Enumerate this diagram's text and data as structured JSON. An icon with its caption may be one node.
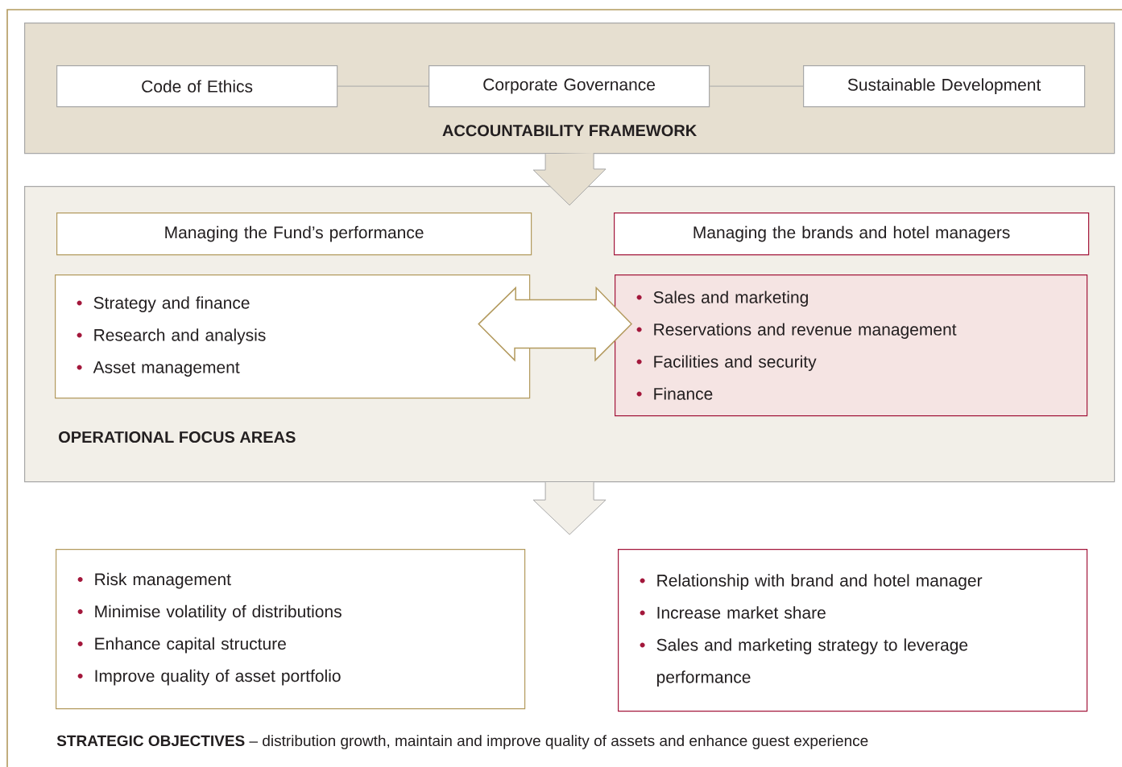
{
  "diagram": {
    "nodes": [
      {
        "text": [
          "ACCOUNTABILITY FRAMEWORK"
        ]
      },
      {
        "text": [
          "Code of Ethics"
        ],
        "in": 0
      },
      {
        "text": [
          "Corporate Governance"
        ],
        "in": 0
      },
      {
        "text": [
          "Sustainable Development"
        ],
        "in": 0
      },
      {
        "text": [
          "OPERATIONAL FOCUS AREAS"
        ]
      },
      {
        "text": [
          "Managing the Fund’s performance"
        ],
        "in": 4
      },
      {
        "text": [
          "Managing the brands and hotel managers"
        ],
        "in": 4
      },
      {
        "text": [
          "Strategy and finance",
          "Research and analysis",
          "Asset management"
        ],
        "in": 4
      },
      {
        "text": [
          "Sales and marketing",
          "Reservations and revenue management",
          "Facilities and security",
          "Finance"
        ],
        "in": 4
      },
      {
        "text": [
          "Risk management",
          "Minimise volatility of distributions",
          "Enhance capital structure",
          "Improve quality of asset portfolio"
        ]
      },
      {
        "text": [
          "Relationship with brand and hotel manager",
          "Increase market share",
          "Sales and marketing strategy to leverage performance"
        ]
      }
    ],
    "edges": [
      {
        "from": 1,
        "to": 2,
        "arrow": "none"
      },
      {
        "from": 2,
        "to": 3,
        "arrow": "none"
      },
      {
        "from": 0,
        "to": 4,
        "arrow": "to"
      },
      {
        "from": 7,
        "to": 8,
        "arrow": "both"
      },
      {
        "from": 4,
        "to": null,
        "arrow": "to"
      }
    ],
    "labels": [
      "**STRATEGIC OBJECTIVES** – distribution growth, maintain and improve quality of assets and enhance guest experience"
    ]
  }
}
